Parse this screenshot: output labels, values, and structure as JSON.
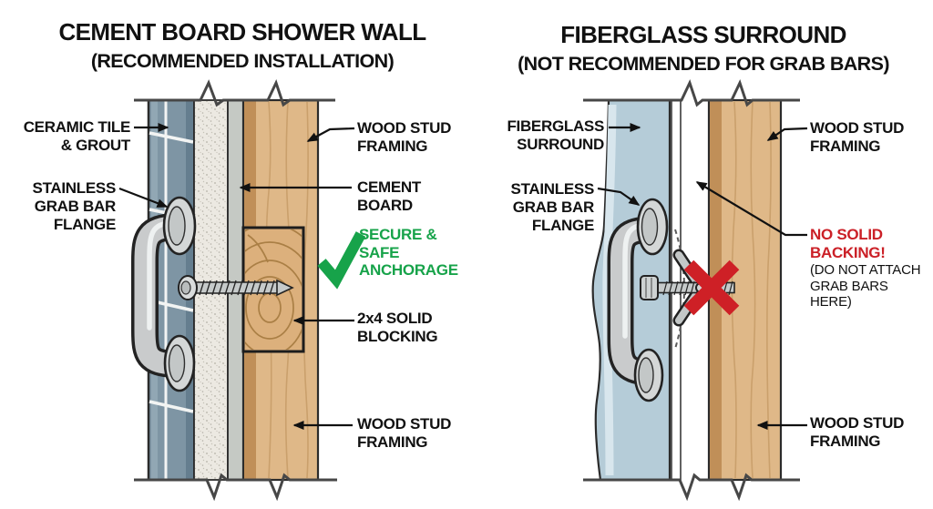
{
  "page": {
    "background": "#ffffff"
  },
  "icons": {
    "approved": "check-icon",
    "rejected": "x-icon"
  },
  "colors": {
    "approved_green": "#17a34a",
    "warning_red": "#cb2027",
    "tile_blue": "#7e95a4",
    "fiberglass_blue": "#b5ccd8",
    "wood_tan": "#dfb888",
    "cement_board_gray": "#ece9e2",
    "metal_gray": "#c8cacb",
    "text_black": "#111111"
  },
  "left_panel": {
    "title": "CEMENT BOARD SHOWER WALL",
    "subtitle": "(RECOMMENDED INSTALLATION)",
    "labels": {
      "ceramic": {
        "l1": "CERAMIC TILE",
        "l2": "& GROUT"
      },
      "flange": {
        "l1": "STAINLESS",
        "l2": "GRAB BAR",
        "l3": "FLANGE"
      },
      "stud_top": {
        "l1": "WOOD STUD",
        "l2": "FRAMING"
      },
      "cement": {
        "l1": "CEMENT",
        "l2": "BOARD"
      },
      "secure": {
        "l1": "SECURE &",
        "l2": "SAFE",
        "l3": "ANCHORAGE"
      },
      "blocking": {
        "l1": "2x4 SOLID",
        "l2": "BLOCKING"
      },
      "stud_bottom": {
        "l1": "WOOD STUD",
        "l2": "FRAMING"
      }
    }
  },
  "right_panel": {
    "title": "FIBERGLASS SURROUND",
    "subtitle": "(NOT RECOMMENDED FOR GRAB BARS)",
    "labels": {
      "fiberglass": {
        "l1": "FIBERGLASS",
        "l2": "SURROUND"
      },
      "flange": {
        "l1": "STAINLESS",
        "l2": "GRAB BAR",
        "l3": "FLANGE"
      },
      "stud_top": {
        "l1": "WOOD STUD",
        "l2": "FRAMING"
      },
      "no_backing": {
        "l1": "NO SOLID",
        "l2": "BACKING!",
        "s1": "(DO NOT ATTACH",
        "s2": "GRAB BARS",
        "s3": "HERE)"
      },
      "stud_bottom": {
        "l1": "WOOD STUD",
        "l2": "FRAMING"
      }
    }
  }
}
